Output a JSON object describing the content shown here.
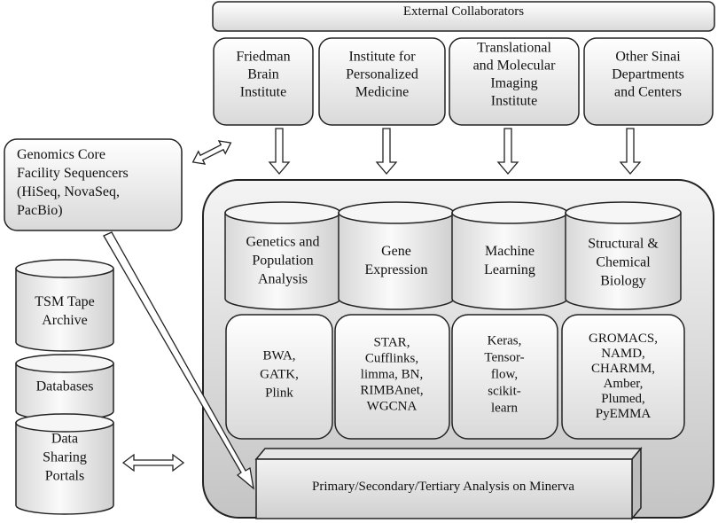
{
  "header": {
    "title": "External Collaborators"
  },
  "institutes": [
    {
      "lines": [
        "Friedman",
        "Brain",
        "Institute"
      ]
    },
    {
      "lines": [
        "Institute for",
        "Personalized",
        "Medicine"
      ]
    },
    {
      "lines": [
        "Translational",
        "and Molecular",
        "Imaging",
        "Institute"
      ]
    },
    {
      "lines": [
        "Other Sinai",
        "Departments",
        "and Centers"
      ]
    }
  ],
  "sequencers": {
    "lines": [
      "Genomics Core",
      "Facility Sequencers",
      "(HiSeq, NovaSeq,",
      "PacBio)"
    ]
  },
  "storage": [
    {
      "lines": [
        "TSM Tape",
        "Archive"
      ]
    },
    {
      "lines": [
        "Databases"
      ]
    },
    {
      "lines": [
        "Data",
        "Sharing",
        "Portals"
      ]
    }
  ],
  "domains": [
    {
      "lines": [
        "Genetics and",
        "Population",
        "Analysis"
      ]
    },
    {
      "lines": [
        "Gene",
        "Expression"
      ]
    },
    {
      "lines": [
        "Machine",
        "Learning"
      ]
    },
    {
      "lines": [
        "Structural &",
        "Chemical",
        "Biology"
      ]
    }
  ],
  "tools": [
    {
      "lines": [
        "BWA,",
        "GATK,",
        "Plink"
      ]
    },
    {
      "lines": [
        "STAR,",
        "Cufflinks,",
        "limma, BN,",
        "RIMBAnet,",
        "WGCNA"
      ]
    },
    {
      "lines": [
        "Keras,",
        "Tensor-",
        "flow,",
        "scikit-",
        "learn"
      ]
    },
    {
      "lines": [
        "GROMACS,",
        "NAMD,",
        "CHARMM,",
        "Amber,",
        "Plumed,",
        "PyEMMA"
      ]
    }
  ],
  "platform": {
    "label": "Primary/Secondary/Tertiary Analysis on Minerva"
  }
}
